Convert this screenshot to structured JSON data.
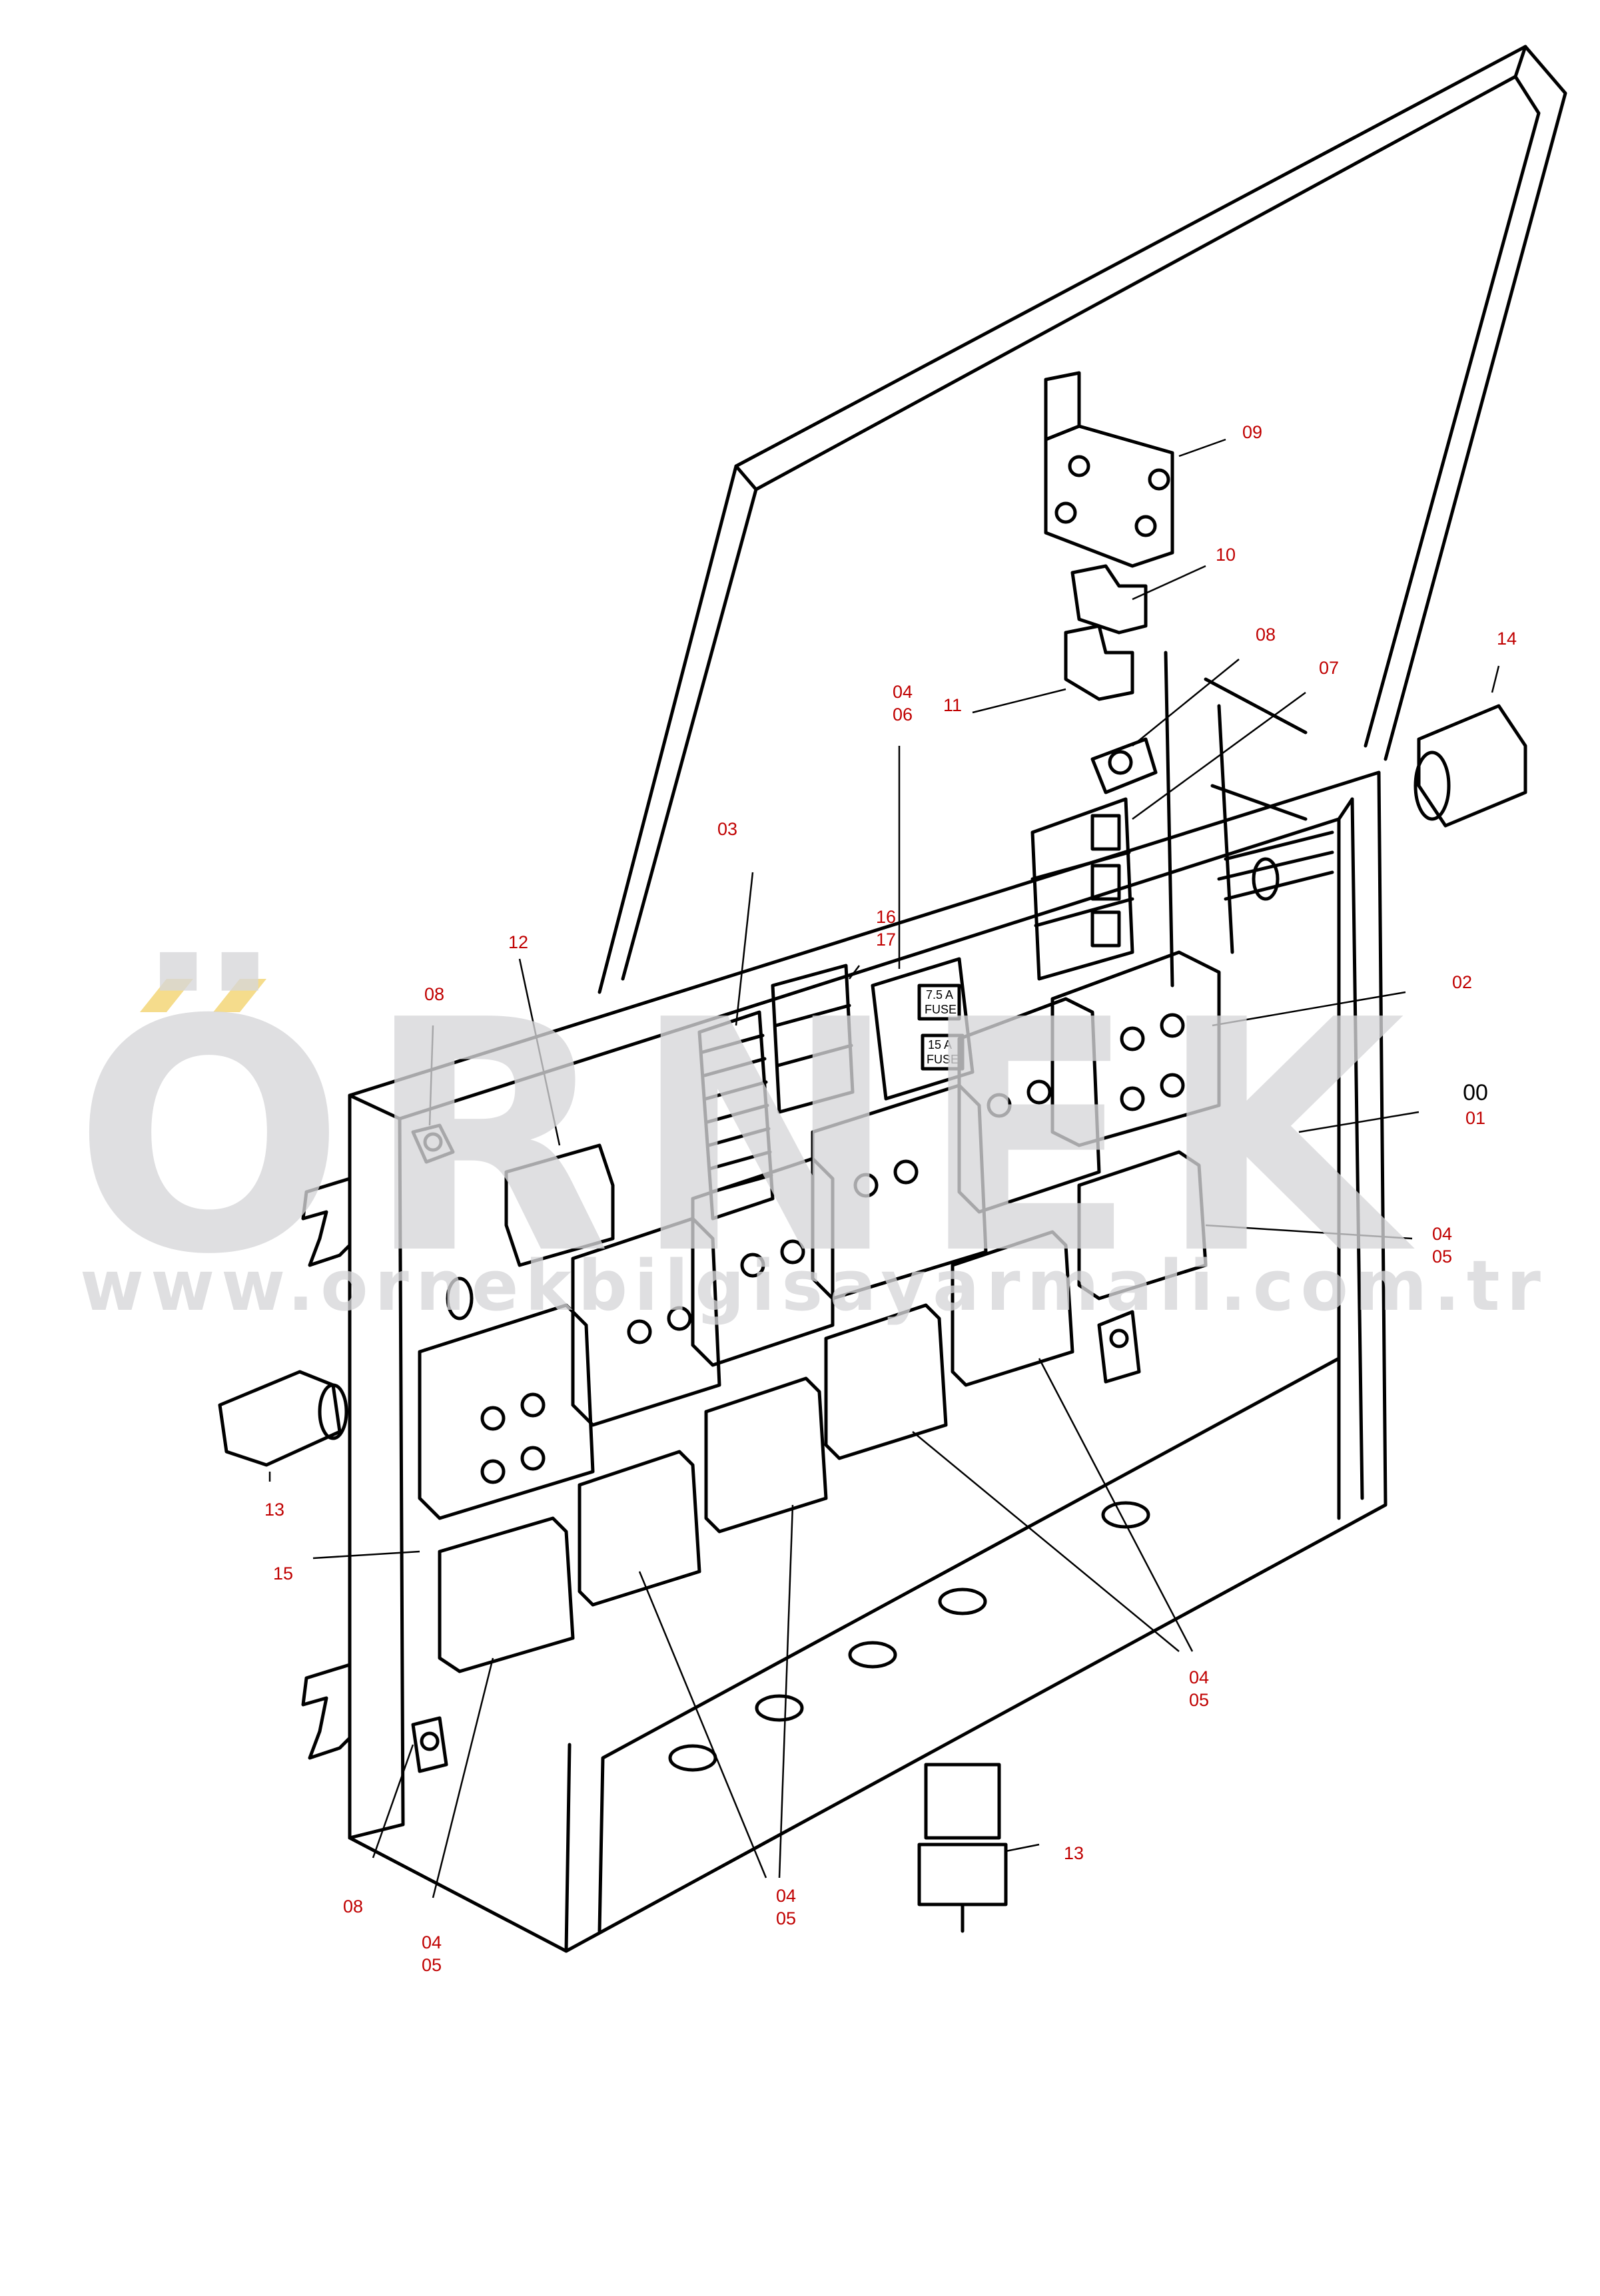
{
  "watermark": {
    "logo_text": "ÖRNEK",
    "url_text": "www.ornekbilgisayarmali.com.tr",
    "color": "#d7d7d9",
    "accent_color": "#f5dc8c"
  },
  "colors": {
    "callout": "#c00000",
    "line": "#000000"
  },
  "callouts": [
    {
      "id": "09",
      "lines": [
        "09"
      ]
    },
    {
      "id": "10",
      "lines": [
        "10"
      ]
    },
    {
      "id": "08-top",
      "lines": [
        "08"
      ]
    },
    {
      "id": "07",
      "lines": [
        "07"
      ]
    },
    {
      "id": "14",
      "lines": [
        "14"
      ]
    },
    {
      "id": "11",
      "lines": [
        "11"
      ]
    },
    {
      "id": "04-06",
      "lines": [
        "04",
        "06"
      ]
    },
    {
      "id": "03",
      "lines": [
        "03"
      ]
    },
    {
      "id": "16-17",
      "lines": [
        "16",
        "17"
      ]
    },
    {
      "id": "12",
      "lines": [
        "12"
      ]
    },
    {
      "id": "08-left",
      "lines": [
        "08"
      ]
    },
    {
      "id": "02",
      "lines": [
        "02"
      ]
    },
    {
      "id": "00",
      "lines": [
        "00"
      ]
    },
    {
      "id": "01",
      "lines": [
        "01"
      ]
    },
    {
      "id": "04-05-right",
      "lines": [
        "04",
        "05"
      ]
    },
    {
      "id": "13-left",
      "lines": [
        "13"
      ]
    },
    {
      "id": "15",
      "lines": [
        "15"
      ]
    },
    {
      "id": "04-05-lower",
      "lines": [
        "04",
        "05"
      ]
    },
    {
      "id": "13-bottom",
      "lines": [
        "13"
      ]
    },
    {
      "id": "08-bottom",
      "lines": [
        "08"
      ]
    },
    {
      "id": "04-05-center",
      "lines": [
        "04",
        "05"
      ]
    },
    {
      "id": "04-05-left",
      "lines": [
        "04",
        "05"
      ]
    }
  ],
  "fuse_labels": [
    "7.5 A",
    "FUSE",
    "15 A",
    "FUSE"
  ]
}
